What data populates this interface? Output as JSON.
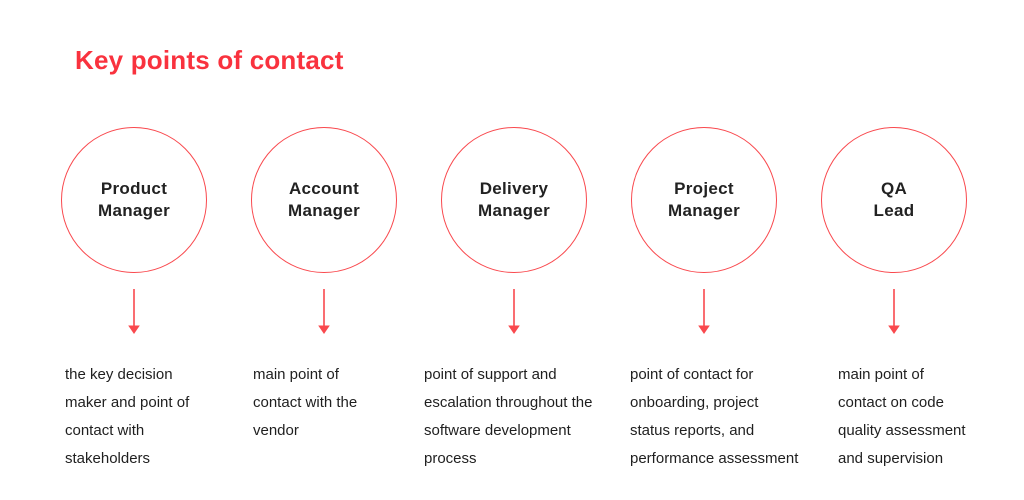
{
  "title": "Key points of contact",
  "colors": {
    "title_red": "#f9323e",
    "line_red": "#f9494e",
    "heading_text": "#222222",
    "body_text": "#1f1f1f",
    "background": "#ffffff"
  },
  "columns": [
    {
      "role": [
        "Product",
        "Manager"
      ],
      "description": [
        "the key decision",
        "maker and point of",
        "contact with",
        "stakeholders"
      ]
    },
    {
      "role": [
        "Account",
        "Manager"
      ],
      "description": [
        "main point of",
        "contact with the",
        "vendor"
      ]
    },
    {
      "role": [
        "Delivery",
        "Manager"
      ],
      "description": [
        "point of support and",
        "escalation throughout the",
        "software development",
        "process"
      ]
    },
    {
      "role": [
        "Project",
        "Manager"
      ],
      "description": [
        "point of contact for",
        "onboarding, project",
        "status reports, and",
        "performance assessment"
      ]
    },
    {
      "role": [
        "QA",
        "Lead"
      ],
      "description": [
        "main point of",
        "contact on code",
        "quality assessment",
        "and supervision"
      ]
    }
  ]
}
